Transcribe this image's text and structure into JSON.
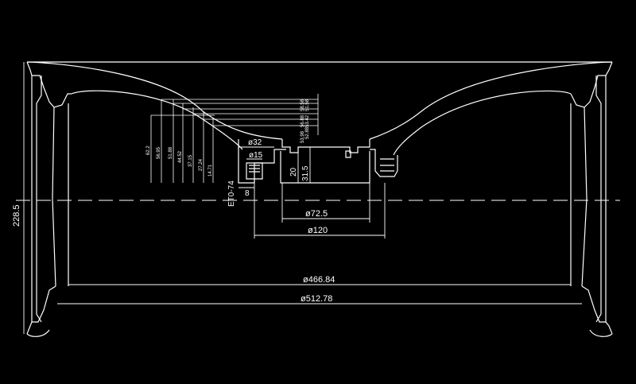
{
  "drawing": {
    "background_color": "#000000",
    "line_color": "#ffffff",
    "dims": {
      "d512": "ø512.78",
      "d466": "ø466.84",
      "d120": "ø120",
      "d72": "ø72.5",
      "d32": "ø32",
      "d15": "ø15",
      "width": "228.5",
      "et": "ET0-74",
      "eight": "8",
      "twenty": "20",
      "thirtyone": "31.5",
      "col1": "62.2",
      "col2": "56.95",
      "col3": "51.88",
      "col4": "44.52",
      "col5": "37.15",
      "col6": "27.24",
      "col7": "14.71",
      "top1": "58.58",
      "top2": "56.88",
      "top3": "53.98",
      "top4": "53.42",
      "top5": "52.88",
      "top6": "51.58"
    }
  }
}
